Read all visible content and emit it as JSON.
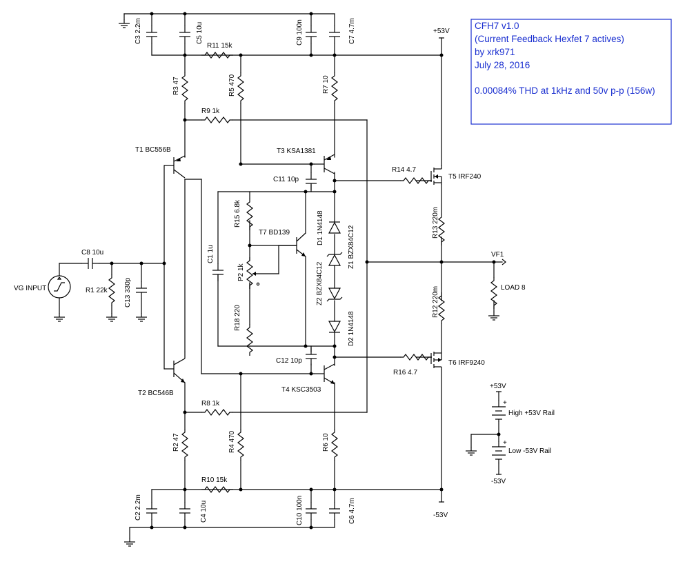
{
  "info_box": {
    "lines": [
      "CFH7  v1.0",
      "(Current Feedback Hexfet 7 actives)",
      "by xrk971",
      "July 28, 2016",
      "",
      "0.00084% THD at 1kHz and 50v p-p (156w)"
    ],
    "text_color": "#1a2fd0",
    "border_color": "#1a2fd0"
  },
  "labels": {
    "c3": "C3 2.2m",
    "c5": "C5 10u",
    "c9": "C9 100n",
    "c7": "C7 4.7m",
    "r11": "R11 15k",
    "r3": "R3 47",
    "r5": "R5 470",
    "r7": "R7 10",
    "r9": "R9 1k",
    "t1": "T1 BC556B",
    "t3": "T3 KSA1381",
    "c11": "C11 10p",
    "r14": "R14 4.7",
    "t5": "T5 IRF240",
    "r15": "R15 6.8k",
    "t7": "T7 BD139",
    "d1": "D1 1N4148",
    "z1": "Z1 BZX84C12",
    "z2": "Z2 BZX84C12",
    "c1": "C1 1u",
    "p2": "P2 1k",
    "r18": "R18 220",
    "d2": "D2 1N4148",
    "c8": "C8 10u",
    "r1": "R1 22k",
    "c13": "C13 330p",
    "vg": "VG INPUT",
    "r13": "R13 220m",
    "r12": "R12 220m",
    "vf1": "VF1",
    "load": "LOAD 8",
    "c12": "C12 10p",
    "r16": "R16 4.7",
    "t6": "T6 IRF9240",
    "t2": "T2 BC546B",
    "t4": "T4 KSC3503",
    "r8": "R8 1k",
    "r2": "R2 47",
    "r4": "R4 470",
    "r6": "R6 10",
    "r10": "R10 15k",
    "c2": "C2 2.2m",
    "c4": "C4 10u",
    "c10": "C10 100n",
    "c6": "C6 4.7m",
    "vpos_top": "+53V",
    "vneg_bottom": "-53V",
    "rail_pos": "+53V",
    "rail_high": "High +53V Rail",
    "rail_low": "Low -53V Rail",
    "rail_neg": "-53V",
    "plus1": "+",
    "plus2": "+"
  }
}
